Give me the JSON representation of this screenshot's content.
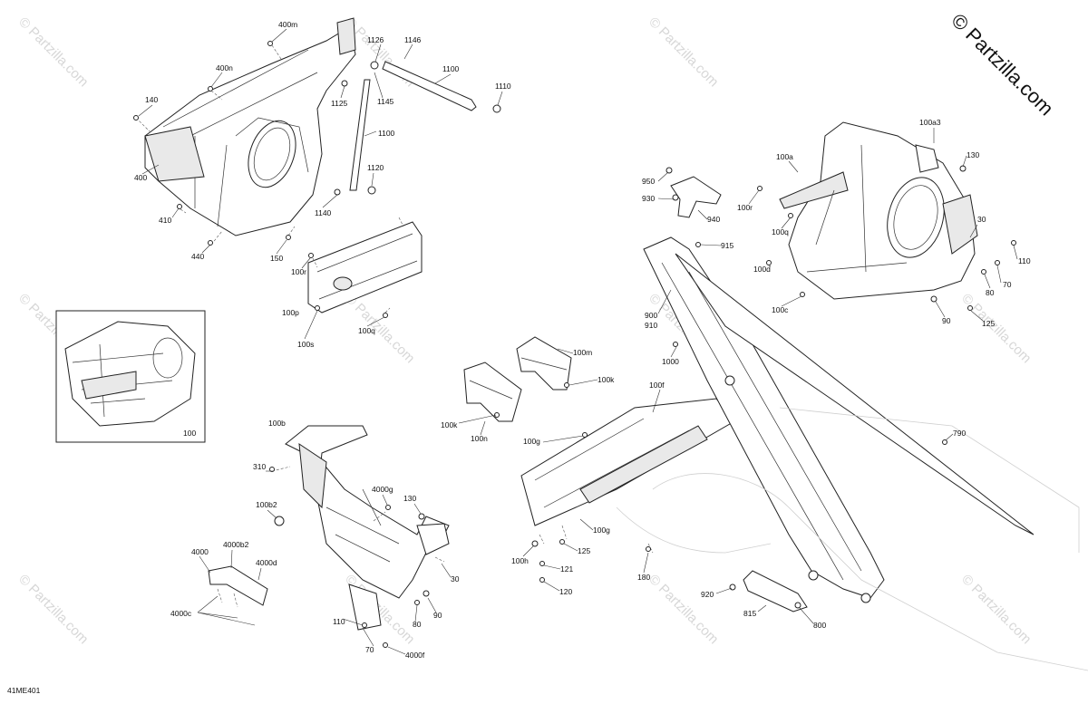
{
  "watermark": "© Partzilla.com",
  "copyright": "© Partzilla.com",
  "diagram_code": "41ME401",
  "callouts": [
    "400m",
    "1126",
    "1146",
    "400n",
    "1100",
    "1110",
    "140",
    "1125",
    "1145",
    "400",
    "1100",
    "1120",
    "410",
    "1140",
    "440",
    "150",
    "100r",
    "100p",
    "100s",
    "100q",
    "100",
    "100b",
    "310",
    "4000g",
    "130",
    "100b2",
    "4000",
    "4000b2",
    "4000d",
    "30",
    "4000c",
    "110",
    "80",
    "90",
    "70",
    "4000f",
    "100m",
    "100k",
    "100k",
    "100n",
    "100f",
    "100g",
    "100g",
    "125",
    "100h",
    "121",
    "120",
    "180",
    "100a3",
    "130",
    "100a",
    "950",
    "930",
    "940",
    "100r",
    "100q",
    "30",
    "915",
    "100d",
    "110",
    "80",
    "70",
    "100c",
    "900",
    "910",
    "90",
    "125",
    "1000",
    "790",
    "920",
    "815",
    "800"
  ]
}
